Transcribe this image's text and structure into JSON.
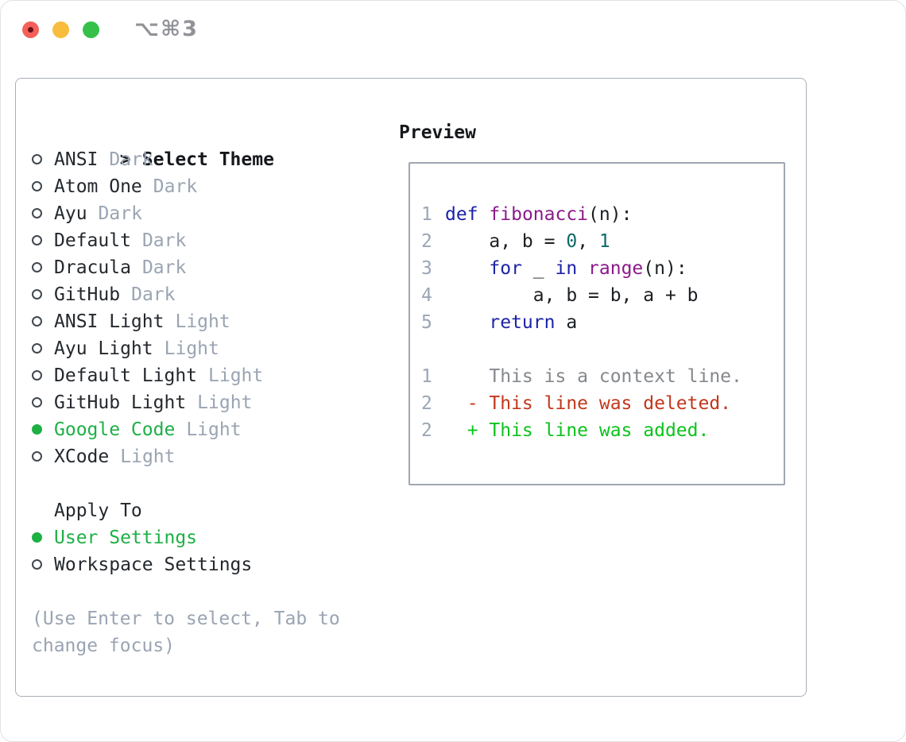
{
  "titlebar": {
    "shortcut": "⌥⌘3"
  },
  "theme_panel": {
    "header": {
      "prefix": ">",
      "label": "Select Theme"
    },
    "items": [
      {
        "name": "ANSI",
        "variant": "Dark",
        "selected": false
      },
      {
        "name": "Atom One",
        "variant": "Dark",
        "selected": false
      },
      {
        "name": "Ayu",
        "variant": "Dark",
        "selected": false
      },
      {
        "name": "Default",
        "variant": "Dark",
        "selected": false
      },
      {
        "name": "Dracula",
        "variant": "Dark",
        "selected": false
      },
      {
        "name": "GitHub",
        "variant": "Dark",
        "selected": false
      },
      {
        "name": "ANSI Light",
        "variant": "Light",
        "selected": false
      },
      {
        "name": "Ayu Light",
        "variant": "Light",
        "selected": false
      },
      {
        "name": "Default Light",
        "variant": "Light",
        "selected": false
      },
      {
        "name": "GitHub Light",
        "variant": "Light",
        "selected": false
      },
      {
        "name": "Google Code",
        "variant": "Light",
        "selected": true
      },
      {
        "name": "XCode",
        "variant": "Light",
        "selected": false
      }
    ],
    "apply_to": {
      "header": "Apply To",
      "options": [
        {
          "label": "User Settings",
          "selected": true
        },
        {
          "label": "Workspace Settings",
          "selected": false
        }
      ]
    },
    "hint_lines": [
      "(Use Enter to select, Tab to",
      "change focus)"
    ]
  },
  "preview": {
    "header": "Preview",
    "code_lines": [
      {
        "num": "1",
        "tokens": [
          {
            "c": "kw",
            "t": "def"
          },
          {
            "c": "plain",
            "t": " "
          },
          {
            "c": "fn",
            "t": "fibonacci"
          },
          {
            "c": "plain",
            "t": "(n):"
          }
        ]
      },
      {
        "num": "2",
        "tokens": [
          {
            "c": "plain",
            "t": "    a, b = "
          },
          {
            "c": "lit",
            "t": "0"
          },
          {
            "c": "plain",
            "t": ", "
          },
          {
            "c": "lit",
            "t": "1"
          }
        ]
      },
      {
        "num": "3",
        "tokens": [
          {
            "c": "plain",
            "t": "    "
          },
          {
            "c": "kw",
            "t": "for"
          },
          {
            "c": "plain",
            "t": " _ "
          },
          {
            "c": "kw",
            "t": "in"
          },
          {
            "c": "plain",
            "t": " "
          },
          {
            "c": "fn",
            "t": "range"
          },
          {
            "c": "plain",
            "t": "(n):"
          }
        ]
      },
      {
        "num": "4",
        "tokens": [
          {
            "c": "plain",
            "t": "        a, b = b, a + b"
          }
        ]
      },
      {
        "num": "5",
        "tokens": [
          {
            "c": "plain",
            "t": "    "
          },
          {
            "c": "kw",
            "t": "return"
          },
          {
            "c": "plain",
            "t": " a"
          }
        ]
      }
    ],
    "diff_lines": [
      {
        "num": "1",
        "marker": "",
        "text": "This is a context line.",
        "kind": "context"
      },
      {
        "num": "2",
        "marker": "-",
        "text": "This line was deleted.",
        "kind": "deleted"
      },
      {
        "num": "2",
        "marker": "+",
        "text": "This line was added.",
        "kind": "added"
      }
    ]
  },
  "colors": {
    "accent_green": "#1db045",
    "added_green": "#0cc31c",
    "deleted_red": "#c2381b",
    "keyword_blue": "#1c23a5",
    "function_purple": "#8b1a8b",
    "literal_teal": "#0e6968",
    "line_number_gray": "#9aa6b5",
    "muted_gray": "#9aa4b2",
    "context_gray": "#85888c",
    "text_dark": "#24282d",
    "border_gray": "#9fa7b1",
    "traffic_red": "#f4615a",
    "traffic_red_dot": "#6b0f12",
    "traffic_yellow": "#f8bd3c",
    "traffic_green": "#35c149",
    "shortcut_gray": "#919398"
  }
}
